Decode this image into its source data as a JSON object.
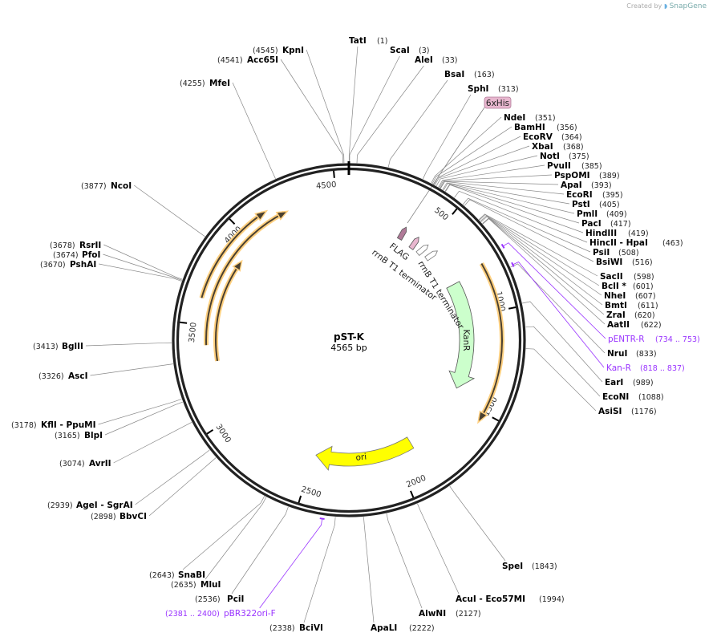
{
  "credit": {
    "text": "Created by",
    "brand": "SnapGene"
  },
  "plasmid": {
    "name": "pST-K",
    "length_label": "4565 bp",
    "length_bp": 4565
  },
  "tick_labels": [
    "500",
    "1000",
    "1500",
    "2000",
    "2500",
    "3000",
    "3500",
    "4000",
    "4500"
  ],
  "sites": [
    {
      "name": "TatI",
      "position": 1
    },
    {
      "name": "ScaI",
      "position": 3
    },
    {
      "name": "AleI",
      "position": 33
    },
    {
      "name": "BsaI",
      "position": 163
    },
    {
      "name": "SphI",
      "position": 313
    },
    {
      "name": "NdeI",
      "position": 351
    },
    {
      "name": "BamHI",
      "position": 356
    },
    {
      "name": "EcoRV",
      "position": 364
    },
    {
      "name": "XbaI",
      "position": 368
    },
    {
      "name": "NotI",
      "position": 375
    },
    {
      "name": "PvuII",
      "position": 385
    },
    {
      "name": "PspOMI",
      "position": 389
    },
    {
      "name": "ApaI",
      "position": 393
    },
    {
      "name": "EcoRI",
      "position": 395
    },
    {
      "name": "PstI",
      "position": 405
    },
    {
      "name": "PmlI",
      "position": 409
    },
    {
      "name": "PacI",
      "position": 417
    },
    {
      "name": "HindIII",
      "position": 419
    },
    {
      "name": "HincII  - HpaI",
      "position": 463
    },
    {
      "name": "PsiI",
      "position": 508
    },
    {
      "name": "BsiWI",
      "position": 516
    },
    {
      "name": "SacII",
      "position": 598
    },
    {
      "name": "BclI *",
      "position": 601
    },
    {
      "name": "NheI",
      "position": 607
    },
    {
      "name": "BmtI",
      "position": 611
    },
    {
      "name": "ZraI",
      "position": 620
    },
    {
      "name": "AatII",
      "position": 622
    },
    {
      "name": "NruI",
      "position": 833
    },
    {
      "name": "EarI",
      "position": 989
    },
    {
      "name": "EcoNI",
      "position": 1088
    },
    {
      "name": "AsiSI",
      "position": 1176
    },
    {
      "name": "SpeI",
      "position": 1843
    },
    {
      "name": "AcuI  - Eco57MI",
      "position": 1994
    },
    {
      "name": "AlwNI",
      "position": 2127
    },
    {
      "name": "ApaLI",
      "position": 2222
    },
    {
      "name": "BciVI",
      "position": 2338
    },
    {
      "name": "PciI",
      "position": 2536
    },
    {
      "name": "MluI",
      "position": 2635
    },
    {
      "name": "SnaBI",
      "position": 2643
    },
    {
      "name": "BbvCI",
      "position": 2898
    },
    {
      "name": "AgeI  - SgrAI",
      "position": 2939
    },
    {
      "name": "AvrII",
      "position": 3074
    },
    {
      "name": "BlpI",
      "position": 3165
    },
    {
      "name": "KflI  - PpuMI",
      "position": 3178
    },
    {
      "name": "AscI",
      "position": 3326
    },
    {
      "name": "BglII",
      "position": 3413
    },
    {
      "name": "PshAI",
      "position": 3670
    },
    {
      "name": "PfoI",
      "position": 3674
    },
    {
      "name": "RsrII",
      "position": 3678
    },
    {
      "name": "NcoI",
      "position": 3877
    },
    {
      "name": "MfeI",
      "position": 4255
    },
    {
      "name": "Acc65I",
      "position": 4541
    },
    {
      "name": "KpnI",
      "position": 4545
    }
  ],
  "primers": [
    {
      "name": "pENTR-R",
      "range": "(734 .. 753)",
      "start": 734,
      "end": 753
    },
    {
      "name": "Kan-R",
      "range": "(818 .. 837)",
      "start": 818,
      "end": 837
    },
    {
      "name": "pBR322ori-F",
      "range": "(2381 .. 2400)",
      "start": 2381,
      "end": 2400
    }
  ],
  "features": {
    "his_tag": {
      "label": "6xHis",
      "color": "#e8b7cf"
    },
    "flag": {
      "label": "FLAG",
      "color": "#b07a98"
    },
    "terminator1": {
      "label": "rrnB T1 terminator"
    },
    "terminator2": {
      "label": "rrnB T1 terminator"
    },
    "kanr": {
      "label": "KanR",
      "color": "#ccffcc",
      "direction": "forward"
    },
    "ori": {
      "label": "ori",
      "color": "#ffff00",
      "direction": "forward"
    },
    "orange_arc_color": "#ffd080"
  },
  "colors": {
    "primer": "#9933ff",
    "backbone": "#222222"
  }
}
